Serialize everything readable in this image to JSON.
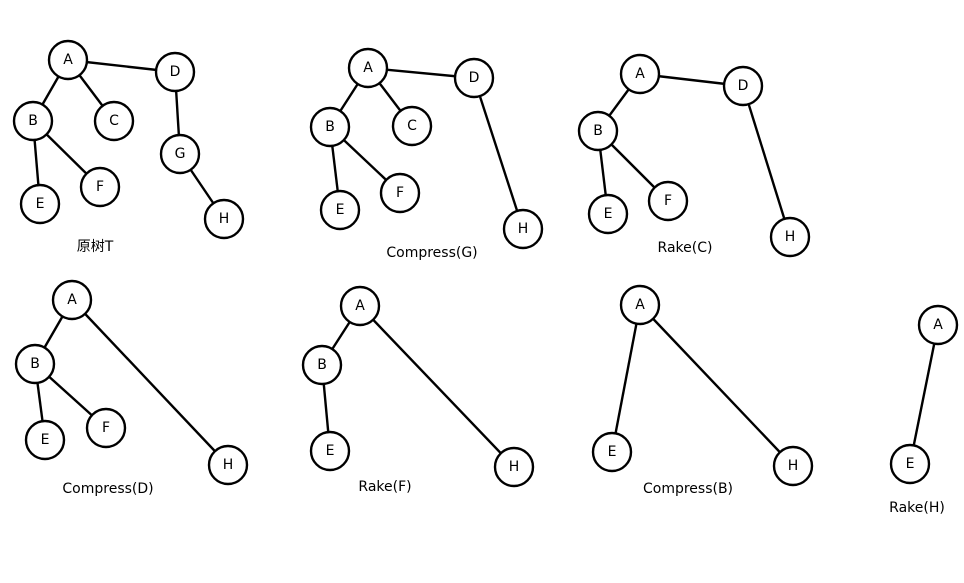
{
  "trees": [
    {
      "caption": "原树T",
      "nodes": [
        "A",
        "D",
        "B",
        "C",
        "G",
        "E",
        "F",
        "H"
      ],
      "edges": [
        [
          "A",
          "D"
        ],
        [
          "A",
          "B"
        ],
        [
          "A",
          "C"
        ],
        [
          "B",
          "E"
        ],
        [
          "B",
          "F"
        ],
        [
          "D",
          "G"
        ],
        [
          "G",
          "H"
        ]
      ]
    },
    {
      "caption": "Compress(G)",
      "nodes": [
        "A",
        "D",
        "B",
        "C",
        "E",
        "F",
        "H"
      ],
      "edges": [
        [
          "A",
          "D"
        ],
        [
          "A",
          "B"
        ],
        [
          "A",
          "C"
        ],
        [
          "B",
          "E"
        ],
        [
          "B",
          "F"
        ],
        [
          "D",
          "H"
        ]
      ]
    },
    {
      "caption": "Rake(C)",
      "nodes": [
        "A",
        "D",
        "B",
        "E",
        "F",
        "H"
      ],
      "edges": [
        [
          "A",
          "D"
        ],
        [
          "A",
          "B"
        ],
        [
          "B",
          "E"
        ],
        [
          "B",
          "F"
        ],
        [
          "D",
          "H"
        ]
      ]
    },
    {
      "caption": "Compress(D)",
      "nodes": [
        "A",
        "B",
        "E",
        "F",
        "H"
      ],
      "edges": [
        [
          "A",
          "B"
        ],
        [
          "B",
          "E"
        ],
        [
          "B",
          "F"
        ],
        [
          "A",
          "H"
        ]
      ]
    },
    {
      "caption": "Rake(F)",
      "nodes": [
        "A",
        "B",
        "E",
        "H"
      ],
      "edges": [
        [
          "A",
          "B"
        ],
        [
          "B",
          "E"
        ],
        [
          "A",
          "H"
        ]
      ]
    },
    {
      "caption": "Compress(B)",
      "nodes": [
        "A",
        "E",
        "H"
      ],
      "edges": [
        [
          "A",
          "E"
        ],
        [
          "A",
          "H"
        ]
      ]
    },
    {
      "caption": "Rake(H)",
      "nodes": [
        "A",
        "E"
      ],
      "edges": [
        [
          "A",
          "E"
        ]
      ]
    }
  ]
}
